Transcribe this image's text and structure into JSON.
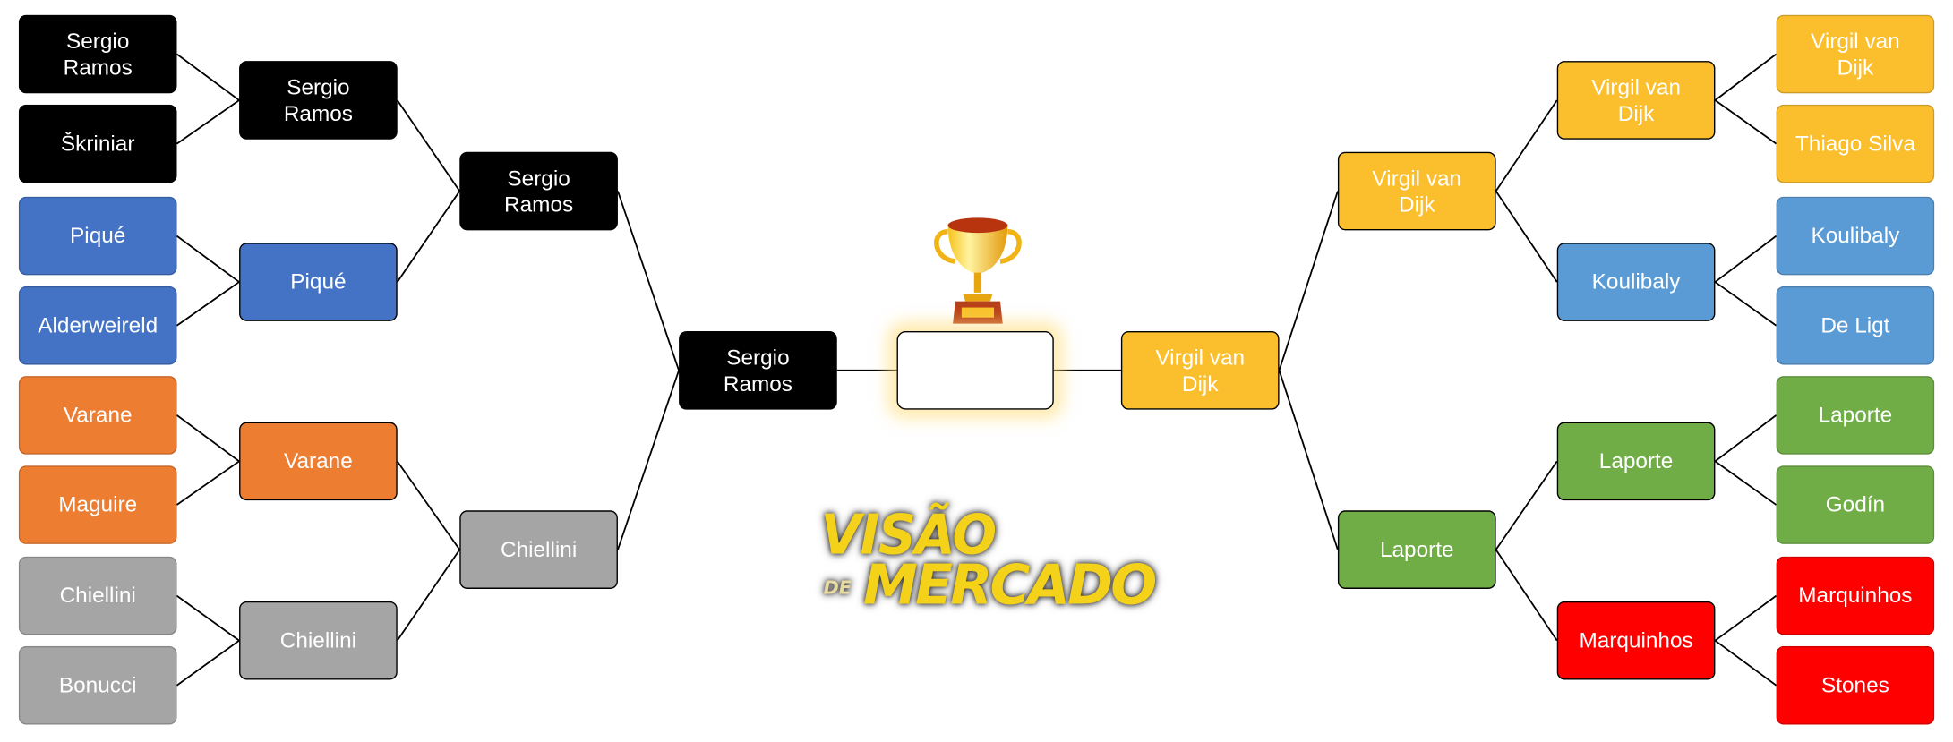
{
  "colors": {
    "black": "#000000",
    "blue": "#4472C4",
    "orange": "#ED7D31",
    "gray": "#A5A5A5",
    "gold": "#FBBF2D",
    "lightblue": "#5B9BD5",
    "green": "#70AD47",
    "red": "#FF0000"
  },
  "left": {
    "round_of_16": [
      {
        "name": "Sergio Ramos",
        "color": "black"
      },
      {
        "name": "Škriniar",
        "color": "black"
      },
      {
        "name": "Piqué",
        "color": "blue"
      },
      {
        "name": "Alderweireld",
        "color": "blue"
      },
      {
        "name": "Varane",
        "color": "orange"
      },
      {
        "name": "Maguire",
        "color": "orange"
      },
      {
        "name": "Chiellini",
        "color": "gray"
      },
      {
        "name": "Bonucci",
        "color": "gray"
      }
    ],
    "quarter_finals": [
      {
        "name": "Sergio Ramos",
        "color": "black"
      },
      {
        "name": "Piqué",
        "color": "blue"
      },
      {
        "name": "Varane",
        "color": "orange"
      },
      {
        "name": "Chiellini",
        "color": "gray"
      }
    ],
    "semi_finals": [
      {
        "name": "Sergio Ramos",
        "color": "black"
      },
      {
        "name": "Chiellini",
        "color": "gray"
      }
    ],
    "final": [
      {
        "name": "Sergio Ramos",
        "color": "black"
      }
    ]
  },
  "right": {
    "round_of_16": [
      {
        "name": "Virgil van Dijk",
        "color": "gold"
      },
      {
        "name": "Thiago Silva",
        "color": "gold"
      },
      {
        "name": "Koulibaly",
        "color": "lightblue"
      },
      {
        "name": "De Ligt",
        "color": "lightblue"
      },
      {
        "name": "Laporte",
        "color": "green"
      },
      {
        "name": "Godín",
        "color": "green"
      },
      {
        "name": "Marquinhos",
        "color": "red"
      },
      {
        "name": "Stones",
        "color": "red"
      }
    ],
    "quarter_finals": [
      {
        "name": "Virgil van Dijk",
        "color": "gold"
      },
      {
        "name": "Koulibaly",
        "color": "lightblue"
      },
      {
        "name": "Laporte",
        "color": "green"
      },
      {
        "name": "Marquinhos",
        "color": "red"
      }
    ],
    "semi_finals": [
      {
        "name": "Virgil van Dijk",
        "color": "gold"
      },
      {
        "name": "Laporte",
        "color": "green"
      }
    ],
    "final": [
      {
        "name": "Virgil van Dijk",
        "color": "gold"
      }
    ]
  },
  "champion": "",
  "logo": {
    "line1": "VISÃO",
    "line2": "DE",
    "line3": "MERCADO"
  }
}
